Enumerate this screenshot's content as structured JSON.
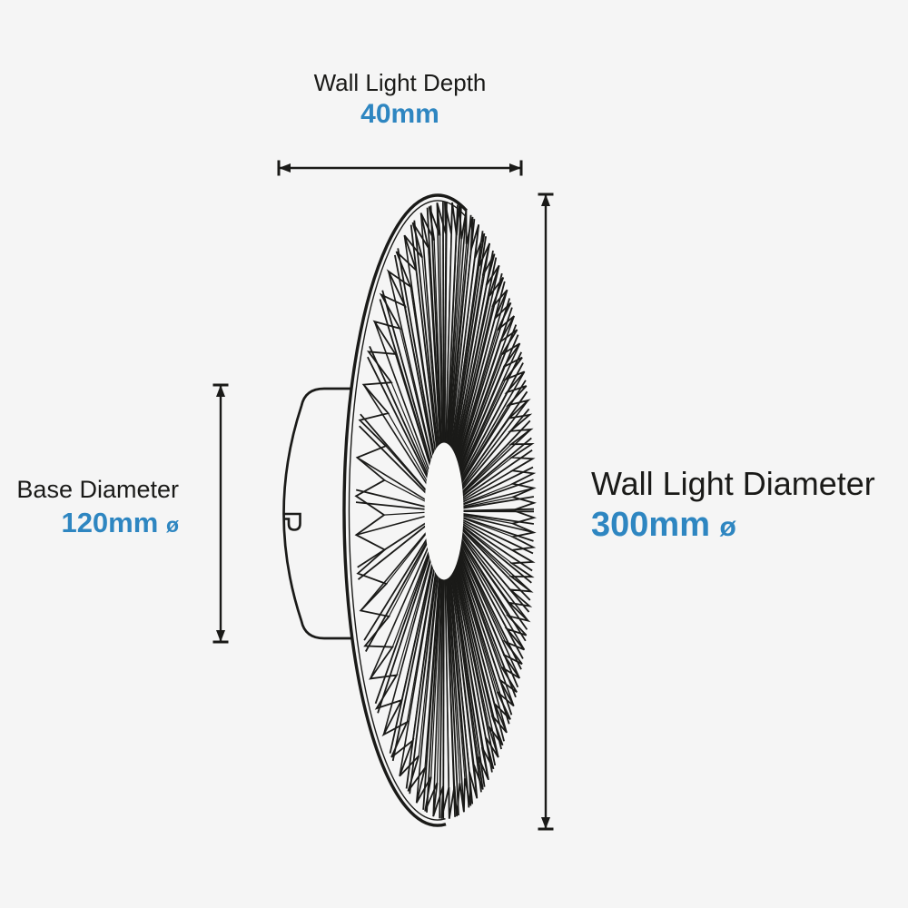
{
  "colors": {
    "background": "#f5f5f5",
    "ink": "#1a1a18",
    "accent": "#2e86c1",
    "hole": "#f8f8f7"
  },
  "figure": {
    "name": "pleated-wall-light-side-view"
  },
  "labels": {
    "depth": {
      "title": "Wall Light Depth",
      "value": "40mm"
    },
    "base": {
      "title": "Base Diameter",
      "value": "120mm",
      "symbol": "ø"
    },
    "diameter": {
      "title": "Wall Light Diameter",
      "value": "300mm",
      "symbol": "ø"
    }
  }
}
